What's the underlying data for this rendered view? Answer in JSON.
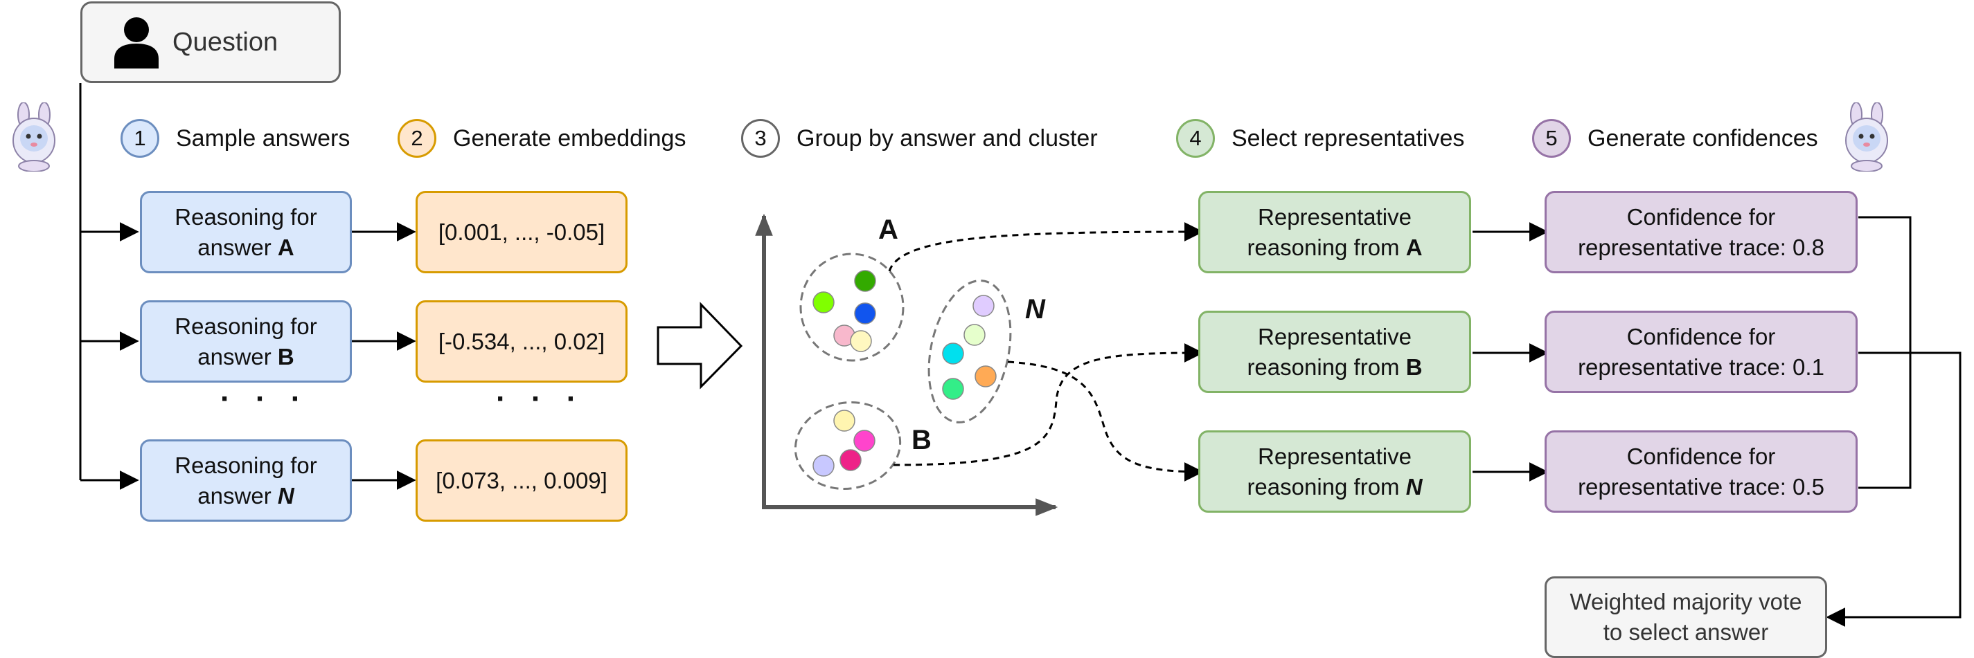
{
  "question": {
    "label": "Question",
    "icon": "user-icon"
  },
  "steps": [
    {
      "num": "1",
      "label": "Sample answers"
    },
    {
      "num": "2",
      "label": "Generate embeddings"
    },
    {
      "num": "3",
      "label": "Group by answer and cluster"
    },
    {
      "num": "4",
      "label": "Select representatives"
    },
    {
      "num": "5",
      "label": "Generate confidences"
    }
  ],
  "reasoning": [
    {
      "line1": "Reasoning for",
      "prefix": "answer ",
      "letter": "A"
    },
    {
      "line1": "Reasoning for",
      "prefix": "answer ",
      "letter": "B"
    },
    {
      "line1": "Reasoning for",
      "prefix": "answer ",
      "letter": "N"
    }
  ],
  "embeddings": [
    "[0.001, ..., -0.05]",
    "[-0.534, ..., 0.02]",
    "[0.073, ..., 0.009]"
  ],
  "ellipsis": "· · ·",
  "clusters": [
    "A",
    "N",
    "B"
  ],
  "representatives": [
    {
      "line1": "Representative",
      "prefix": "reasoning from ",
      "letter": "A"
    },
    {
      "line1": "Representative",
      "prefix": "reasoning from ",
      "letter": "B"
    },
    {
      "line1": "Representative",
      "prefix": "reasoning from ",
      "letter": "N"
    }
  ],
  "confidences": [
    {
      "line1": "Confidence for",
      "line2": "representative trace: 0.8"
    },
    {
      "line1": "Confidence for",
      "line2": "representative trace: 0.1"
    },
    {
      "line1": "Confidence for",
      "line2": "representative trace: 0.5"
    }
  ],
  "vote": {
    "line1": "Weighted majority vote",
    "line2": "to select answer"
  },
  "colors": {
    "blue": "#dae8fc",
    "orange": "#ffe6cc",
    "green": "#d5e8d4",
    "purple": "#e1d5e7",
    "gray": "#f5f5f5",
    "points": [
      "#80ff00",
      "#33aa00",
      "#1155ee",
      "#f8b8cc",
      "#fff8c0",
      "#e0ccff",
      "#e6ffcc",
      "#00e0ee",
      "#33ee88",
      "#ffaa55",
      "#fff5b0",
      "#ff44cc",
      "#ee2288",
      "#c8c8ff"
    ]
  },
  "icons": [
    "user-icon",
    "llama-icon",
    "block-arrow-icon",
    "axes-icon"
  ]
}
